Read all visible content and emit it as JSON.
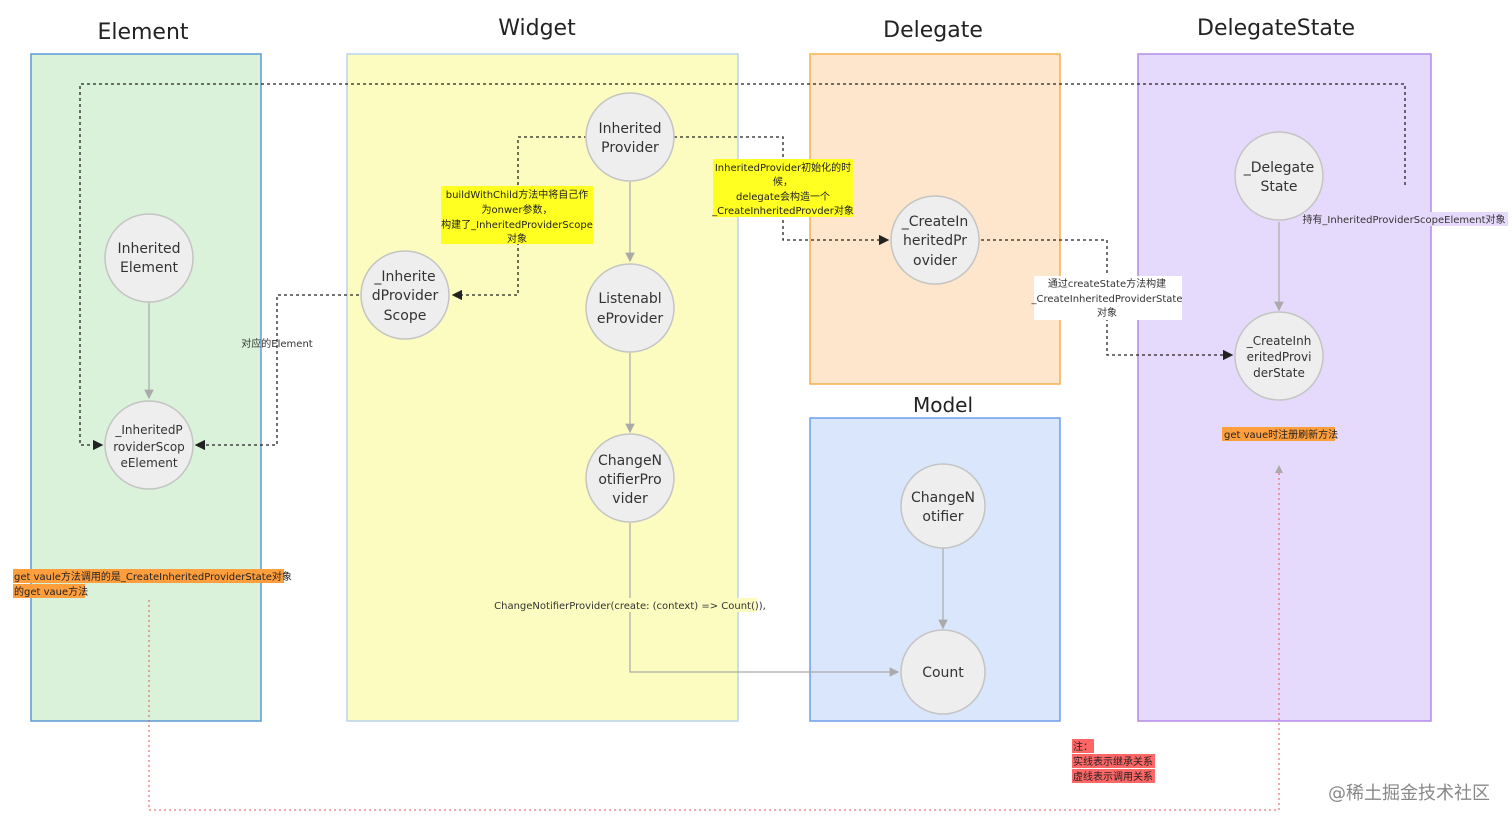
{
  "columns": {
    "element": "Element",
    "widget": "Widget",
    "delegate": "Delegate",
    "delegate_state": "DelegateState",
    "model": "Model"
  },
  "nodes": {
    "inherited_element": [
      "Inherited",
      "Element"
    ],
    "inherited_provider_scope_element": [
      "_InheritedP",
      "roviderScop",
      "eElement"
    ],
    "inherited_provider_scope": [
      "_Inherite",
      "dProvider",
      "Scope"
    ],
    "inherited_provider": [
      "Inherited",
      "Provider"
    ],
    "listenable_provider": [
      "Listenabl",
      "eProvider"
    ],
    "change_notifier_provider": [
      "ChangeN",
      "otifierPro",
      "vider"
    ],
    "create_inherited_provider": [
      "_CreateIn",
      "heritedPr",
      "ovider"
    ],
    "delegate_state": [
      "_Delegate",
      "State"
    ],
    "create_inherited_provider_state": [
      "_CreateInh",
      "eritedProvi",
      "derState"
    ],
    "change_notifier": [
      "ChangeN",
      "otifier"
    ],
    "count": [
      "Count"
    ]
  },
  "annotations": {
    "build_with_child": [
      "buildWithChild方法中将自己作",
      "为onwer参数，",
      "构建了_InheritedProviderScope",
      "对象"
    ],
    "inherited_provider_init": [
      "InheritedProvider初始化的时",
      "候，",
      "delegate会构造一个",
      "_CreateInheritedProvder对象"
    ],
    "corresponding_element": "对应的Element",
    "create_state": [
      "通过createState方法构建",
      "_CreateInheritedProviderState",
      "对象"
    ],
    "holds_scope_element": "持有_InheritedProviderScopeElement对象",
    "change_notifier_provider_code": "ChangeNotifierProvider(create: (context) => Count()),",
    "get_value_call": [
      "get vaule方法调用的是_CreateInheritedProviderState对象",
      "的get vaue方法"
    ],
    "get_value_register": "get vaue时注册刷新方法",
    "legend": [
      "注：",
      "实线表示继承关系",
      "虚线表示调用关系"
    ]
  },
  "watermark": "@稀土掘金技术社区",
  "colors": {
    "element_fill": "#d9f2d9",
    "element_border": "#5b9bd5",
    "widget_fill": "#fcfcc0",
    "widget_border": "#b9d3ee",
    "delegate_fill": "#fde6cc",
    "delegate_border": "#f5b04b",
    "model_fill": "#d9e6fc",
    "model_border": "#6d9eeb",
    "state_fill": "#e6dafc",
    "state_border": "#b38be8",
    "node_fill": "#eeeeee",
    "node_border": "#c4c4c4",
    "yellow_highlight": "#ffff22",
    "orange_highlight": "#ff9e3d",
    "red_highlight": "#ff6666"
  }
}
